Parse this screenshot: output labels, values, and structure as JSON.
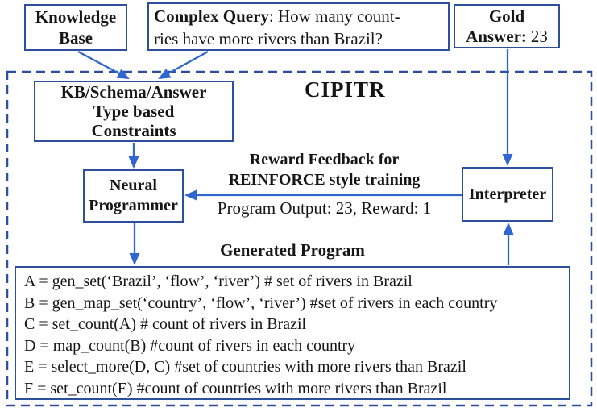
{
  "colors": {
    "box_border": "#2e4f9e",
    "arrow": "#2f66d0",
    "dashed_border": "#2e4f9e",
    "text": "#161616"
  },
  "top_row": {
    "knowledge_base": {
      "line1": "Knowledge",
      "line2": "Base"
    },
    "complex_query": {
      "bold": "Complex Query",
      "after_bold": ": How many count-",
      "line2": "ries have more rivers than Brazil?"
    },
    "gold_answer": {
      "line1": "Gold",
      "label": "Answer:",
      "value": "23"
    }
  },
  "cipitr": {
    "title": "CIPITR",
    "constraints_box": {
      "lines": [
        "KB/Schema/Answer",
        "Type based",
        "Constraints"
      ]
    },
    "neural_programmer": {
      "line1": "Neural",
      "line2": "Programmer"
    },
    "interpreter": {
      "label": "Interpreter"
    },
    "reward_feedback": {
      "line1": "Reward Feedback for",
      "line2": "REINFORCE style training"
    },
    "program_output": "Program Output: 23, Reward: 1",
    "generated_program": {
      "title": "Generated Program",
      "lines": [
        "A = gen_set(‘Brazil’, ‘flow’, ‘river’) # set of rivers in Brazil",
        "B = gen_map_set(‘country’, ‘flow’, ‘river’) #set of rivers in each country",
        "C = set_count(A) # count of rivers in Brazil",
        "D = map_count(B) #count of rivers in each country",
        "E = select_more(D, C) #set of countries with more rivers than Brazil",
        "F = set_count(E) #count of countries with more rivers than Brazil"
      ]
    }
  }
}
